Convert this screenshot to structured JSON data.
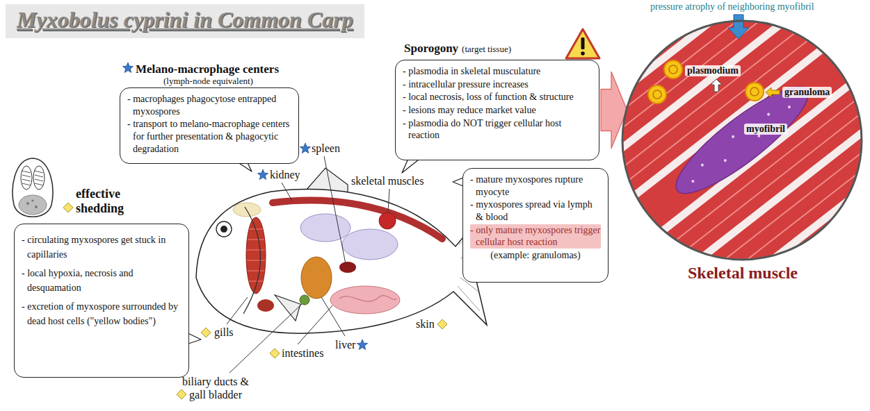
{
  "diagram": {
    "title": "Myxobolus cyprini in Common Carp",
    "nodes": [
      {
        "text": [
          "Melano-macrophage centers",
          "(lymph-node equivalent)",
          "- macrophages phagocytose entrapped myxospores",
          "- transport to melano-macrophage centers for further presentation & phagocytic degradation"
        ]
      },
      {
        "text": [
          "Sporogony",
          "(target tissue)",
          "- plasmodia in skeletal musculature",
          "- intracellular pressure increases",
          "- local necrosis, loss of function & structure",
          "- lesions may reduce market value",
          "- plasmodia do NOT trigger cellular host reaction"
        ]
      },
      {
        "text": [
          "plasmodium",
          "granuloma",
          "myofibril",
          "Skeletal muscle"
        ]
      },
      {
        "text": [
          "effective shedding",
          "- circulating myxospores get stuck in capillaries",
          "- local hypoxia, necrosis and desquamation",
          "- excretion of myxospore surrounded by dead host cells (\"yellow bodies\")"
        ]
      },
      {
        "text": [
          "- mature myxospores rupture myocyte",
          "- myxospores spread via lymph & blood",
          "- only mature myxospores trigger cellular host reaction",
          "(example: granulomas)"
        ]
      }
    ],
    "edges": [
      {
        "from": 1,
        "to": 2,
        "arrow": "to"
      }
    ],
    "labels": [
      "pressure atrophy of neighboring myofibril",
      "spleen",
      "kidney",
      "skeletal muscles",
      "gills",
      "liver",
      "skin",
      "intestines",
      "biliary ducts & gall bladder"
    ]
  }
}
